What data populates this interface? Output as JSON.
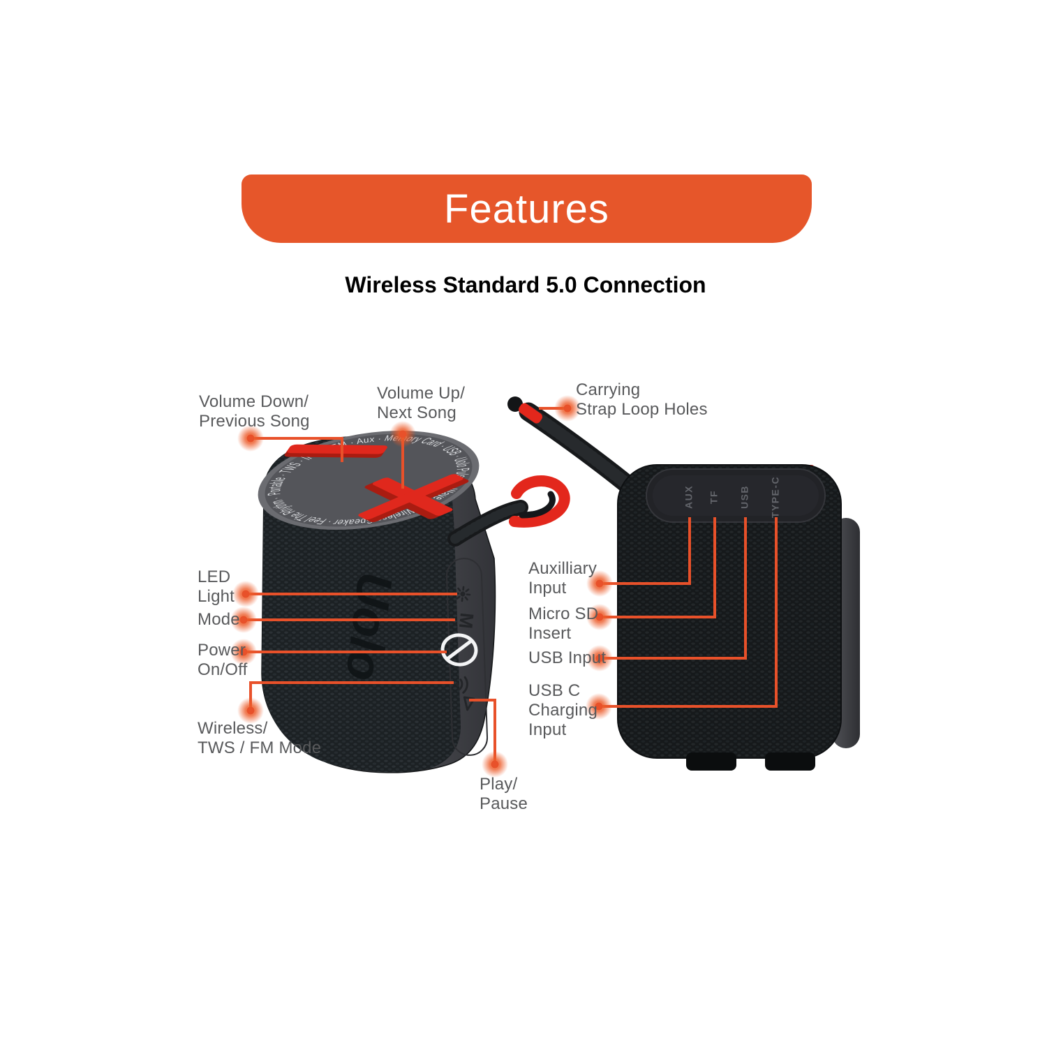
{
  "banner": {
    "label": "Features",
    "bg_color": "#E6562A",
    "text_color": "#FFFFFF"
  },
  "subtitle": {
    "line1": "Wireless Standard 5.0",
    "line2": "Connection"
  },
  "colors": {
    "callout_orange": "#E8512A",
    "label_gray": "#58595B",
    "button_red": "#E0281D",
    "fabric_dark": "#1C2124",
    "fabric_darker": "#16191B"
  },
  "left_speaker": {
    "logo": "Uolo",
    "rim_text": "Portable  ·  TWS  ·  IPX7  ·  FM  ·  Aux  ·  Memory Card  ·  USB  ·  Uolo Pulse GoWave Mini Wireless Speaker  ·  Feel The Rhythm  ·",
    "side_button_glyphs": {
      "mode": "M"
    }
  },
  "right_speaker": {
    "ports": [
      "AUX",
      "TF",
      "USB",
      "TYPE-C"
    ]
  },
  "icons": {
    "volume_down": "minus-bar",
    "volume_up": "cross-x",
    "led_light": "sun-brightness",
    "mode": "letter-M",
    "power": "power-circle-slash",
    "wireless": "signal-waves",
    "play": "triangle-outline"
  },
  "callouts": {
    "volume_down": {
      "line1": "Volume Down/",
      "line2": "Previous Song"
    },
    "volume_up": {
      "line1": "Volume Up/",
      "line2": "Next Song"
    },
    "carrying": {
      "line1": "Carrying",
      "line2": "Strap Loop Holes"
    },
    "led": {
      "line1": "LED",
      "line2": "Light"
    },
    "mode": {
      "line1": "Mode"
    },
    "power": {
      "line1": "Power",
      "line2": "On/Off"
    },
    "wireless": {
      "line1": "Wireless/",
      "line2": "TWS / FM Mode"
    },
    "play": {
      "line1": "Play/",
      "line2": "Pause"
    },
    "aux": {
      "line1": "Auxilliary",
      "line2": "Input"
    },
    "microsd": {
      "line1": "Micro SD",
      "line2": "Insert"
    },
    "usb": {
      "line1": "USB Input"
    },
    "usbc": {
      "line1": "USB C",
      "line2": "Charging",
      "line3": "Input"
    }
  }
}
